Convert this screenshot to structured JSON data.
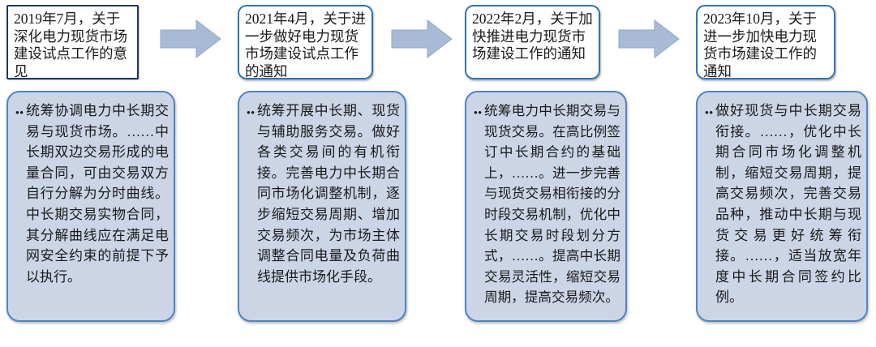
{
  "diagram": {
    "type": "policy-timeline-flow",
    "orientation": "horizontal",
    "colors": {
      "header_fill": "#ffffff",
      "header_border_first": "#1f3864",
      "header_border_rounded": "#2e74b5",
      "body_fill": "#ccd5e6",
      "body_border": "#4f84c4",
      "arrow_fill": "#a8bbd6",
      "arrow_border": "#8fa7c8",
      "text": "#1a1a1a"
    },
    "arrow_icon_name": "right-arrow-icon",
    "bullet_glyph": "•",
    "columns": [
      {
        "id": "policy-2019-07",
        "header": "2019年7月，关于深化电力现货市场建设试点工作的意见",
        "body": "统筹协调电力中长期交易与现货市场。……中长期双边交易形成的电量合同，可由交易双方自行分解为分时曲线。中长期交易实物合同，其分解曲线应在满足电网安全约束的前提下予以执行。",
        "has_arrow_after": true
      },
      {
        "id": "policy-2021-04",
        "header": "2021年4月，关于进一步做好电力现货市场建设试点工作的通知",
        "body": "统筹开展中长期、现货与辅助服务交易。做好各类交易间的有机衔接。完善电力中长期合同市场化调整机制，逐步缩短交易周期、增加交易频次，为市场主体调整合同电量及负荷曲线提供市场化手段。",
        "has_arrow_after": true
      },
      {
        "id": "policy-2022-02",
        "header": "2022年2月，关于加快推进电力现货市场建设工作的通知",
        "body": "统筹电力中长期交易与现货交易。在高比例签订中长期合约的基础上，……。进一步完善与现货交易相衔接的分时段交易机制，优化中长期交易时段划分方式，……。提高中长期交易灵活性，缩短交易周期，提高交易频次。",
        "has_arrow_after": true
      },
      {
        "id": "policy-2023-10",
        "header": "2023年10月，关于进一步加快电力现货市场建设工作的通知",
        "body": "做好现货与中长期交易衔接。……，优化中长期合同市场化调整机制，缩短交易周期，提高交易频次，完善交易品种，推动中长期与现货交易更好统筹衔接。……，适当放宽年度中长期合同签约比例。",
        "has_arrow_after": false
      }
    ]
  }
}
